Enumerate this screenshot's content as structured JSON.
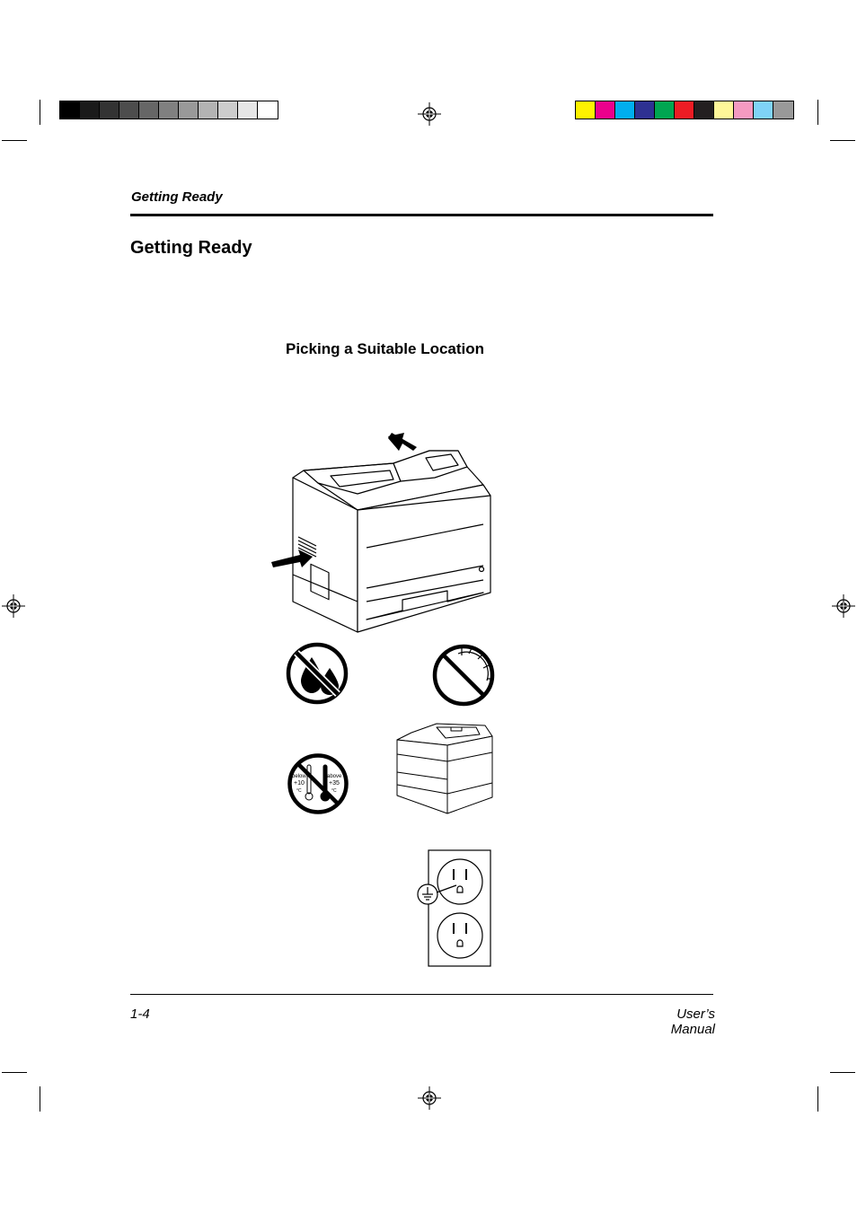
{
  "header": {
    "running_title": "Getting Ready"
  },
  "page": {
    "title": "Getting Ready",
    "section_title": "Picking a Suitable Location"
  },
  "figures": {
    "temperature_sign": {
      "below_label": "below",
      "below_value": "+10",
      "below_unit": "°C",
      "above_label": "above",
      "above_value": "+35",
      "above_unit": "°C"
    }
  },
  "footer": {
    "page_number": "1-4",
    "manual_name": "User’s Manual"
  },
  "colors": {
    "gray_swatches": [
      "#000000",
      "#1a1a1a",
      "#333333",
      "#4d4d4d",
      "#666666",
      "#808080",
      "#999999",
      "#b3b3b3",
      "#cccccc",
      "#e6e6e6",
      "#ffffff"
    ],
    "color_swatches": [
      "#fff200",
      "#ec008c",
      "#00aeef",
      "#2e3192",
      "#00a651",
      "#ed1c24",
      "#231f20",
      "#fff799",
      "#f49ac1",
      "#7fd3f7",
      "#999999"
    ]
  }
}
